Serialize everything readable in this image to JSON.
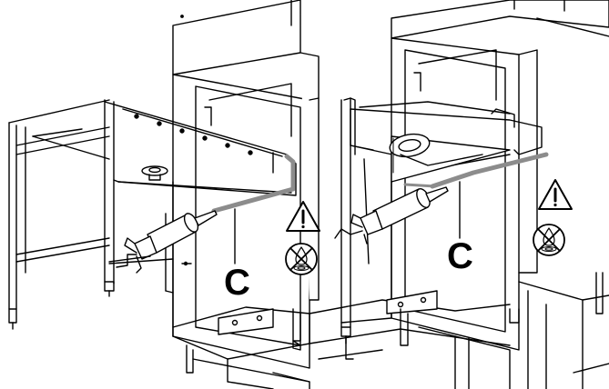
{
  "callouts": [
    {
      "id": "c-left",
      "label": "C"
    },
    {
      "id": "c-right",
      "label": "C"
    }
  ],
  "icons": [
    "warning-triangle-icon",
    "no-water-icon",
    "sealant-cartridge-icon"
  ],
  "colors": {
    "line": "#000000",
    "sealant": "#8c8c8c",
    "fill": "#ffffff"
  }
}
